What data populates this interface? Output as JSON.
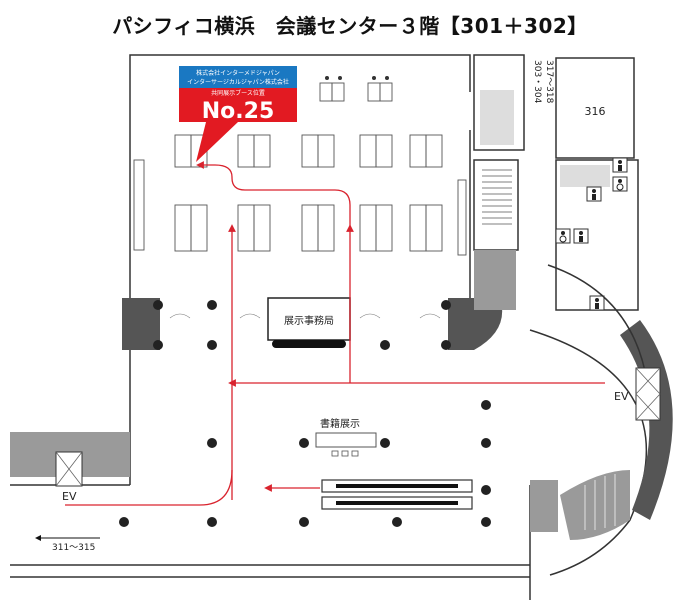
{
  "title": "パシフィコ横浜　会議センター３階【301＋302】",
  "booth_callout": {
    "line1": "株式会社インターメドジャパン",
    "line2": "インターサージカルジャパン株式会社",
    "line3": "共同展示ブース位置",
    "number": "No.25"
  },
  "rooms": {
    "secretariat": "展示事務局",
    "book_display": "書籍展示",
    "room_316": "316",
    "room_303_304": "303・304",
    "room_317_318": "317～318"
  },
  "elevators": {
    "left": "EV",
    "right": "EV"
  },
  "directions": {
    "to_rooms": "311～315"
  },
  "colors": {
    "route_red": "#d9232e",
    "callout_red": "#e21a22",
    "callout_blue": "#1a78c2",
    "wall_dark": "#555555",
    "wall_grey": "#9a9a9a"
  }
}
